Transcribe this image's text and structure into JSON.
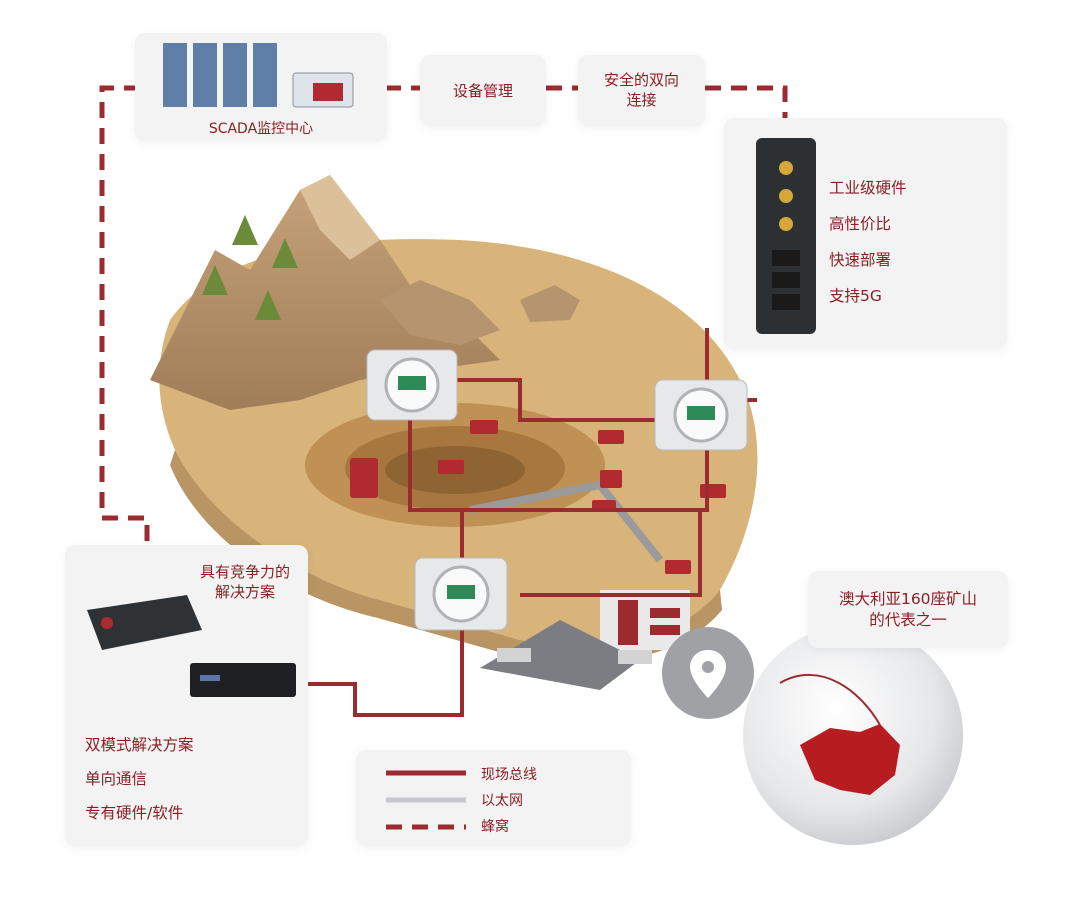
{
  "scada": {
    "label": "SCADA监控中心"
  },
  "device_management": {
    "label": "设备管理"
  },
  "secure_connection": {
    "line1": "安全的双向",
    "line2": "连接"
  },
  "gateway_features": [
    "工业级硬件",
    "高性价比",
    "快速部署",
    "支持5G"
  ],
  "competitive_solution": {
    "title_line1": "具有竞争力的",
    "title_line2": "解决方案",
    "features": [
      "双模式解决方案",
      "单向通信",
      "专有硬件/软件"
    ]
  },
  "australia": {
    "line1": "澳大利亚160座矿山",
    "line2": "的代表之一"
  },
  "legend": [
    {
      "label": "现场总线",
      "style": "solid",
      "color": "#9b2b2f"
    },
    {
      "label": "以太网",
      "style": "solid",
      "color": "#c5c7cb"
    },
    {
      "label": "蜂窝",
      "style": "dashed",
      "color": "#9b2b2f"
    }
  ],
  "colors": {
    "accent": "#9b2b2f",
    "ethernet": "#c5c7cb",
    "card": "#f3f3f4",
    "sand": "#d9b77c"
  }
}
